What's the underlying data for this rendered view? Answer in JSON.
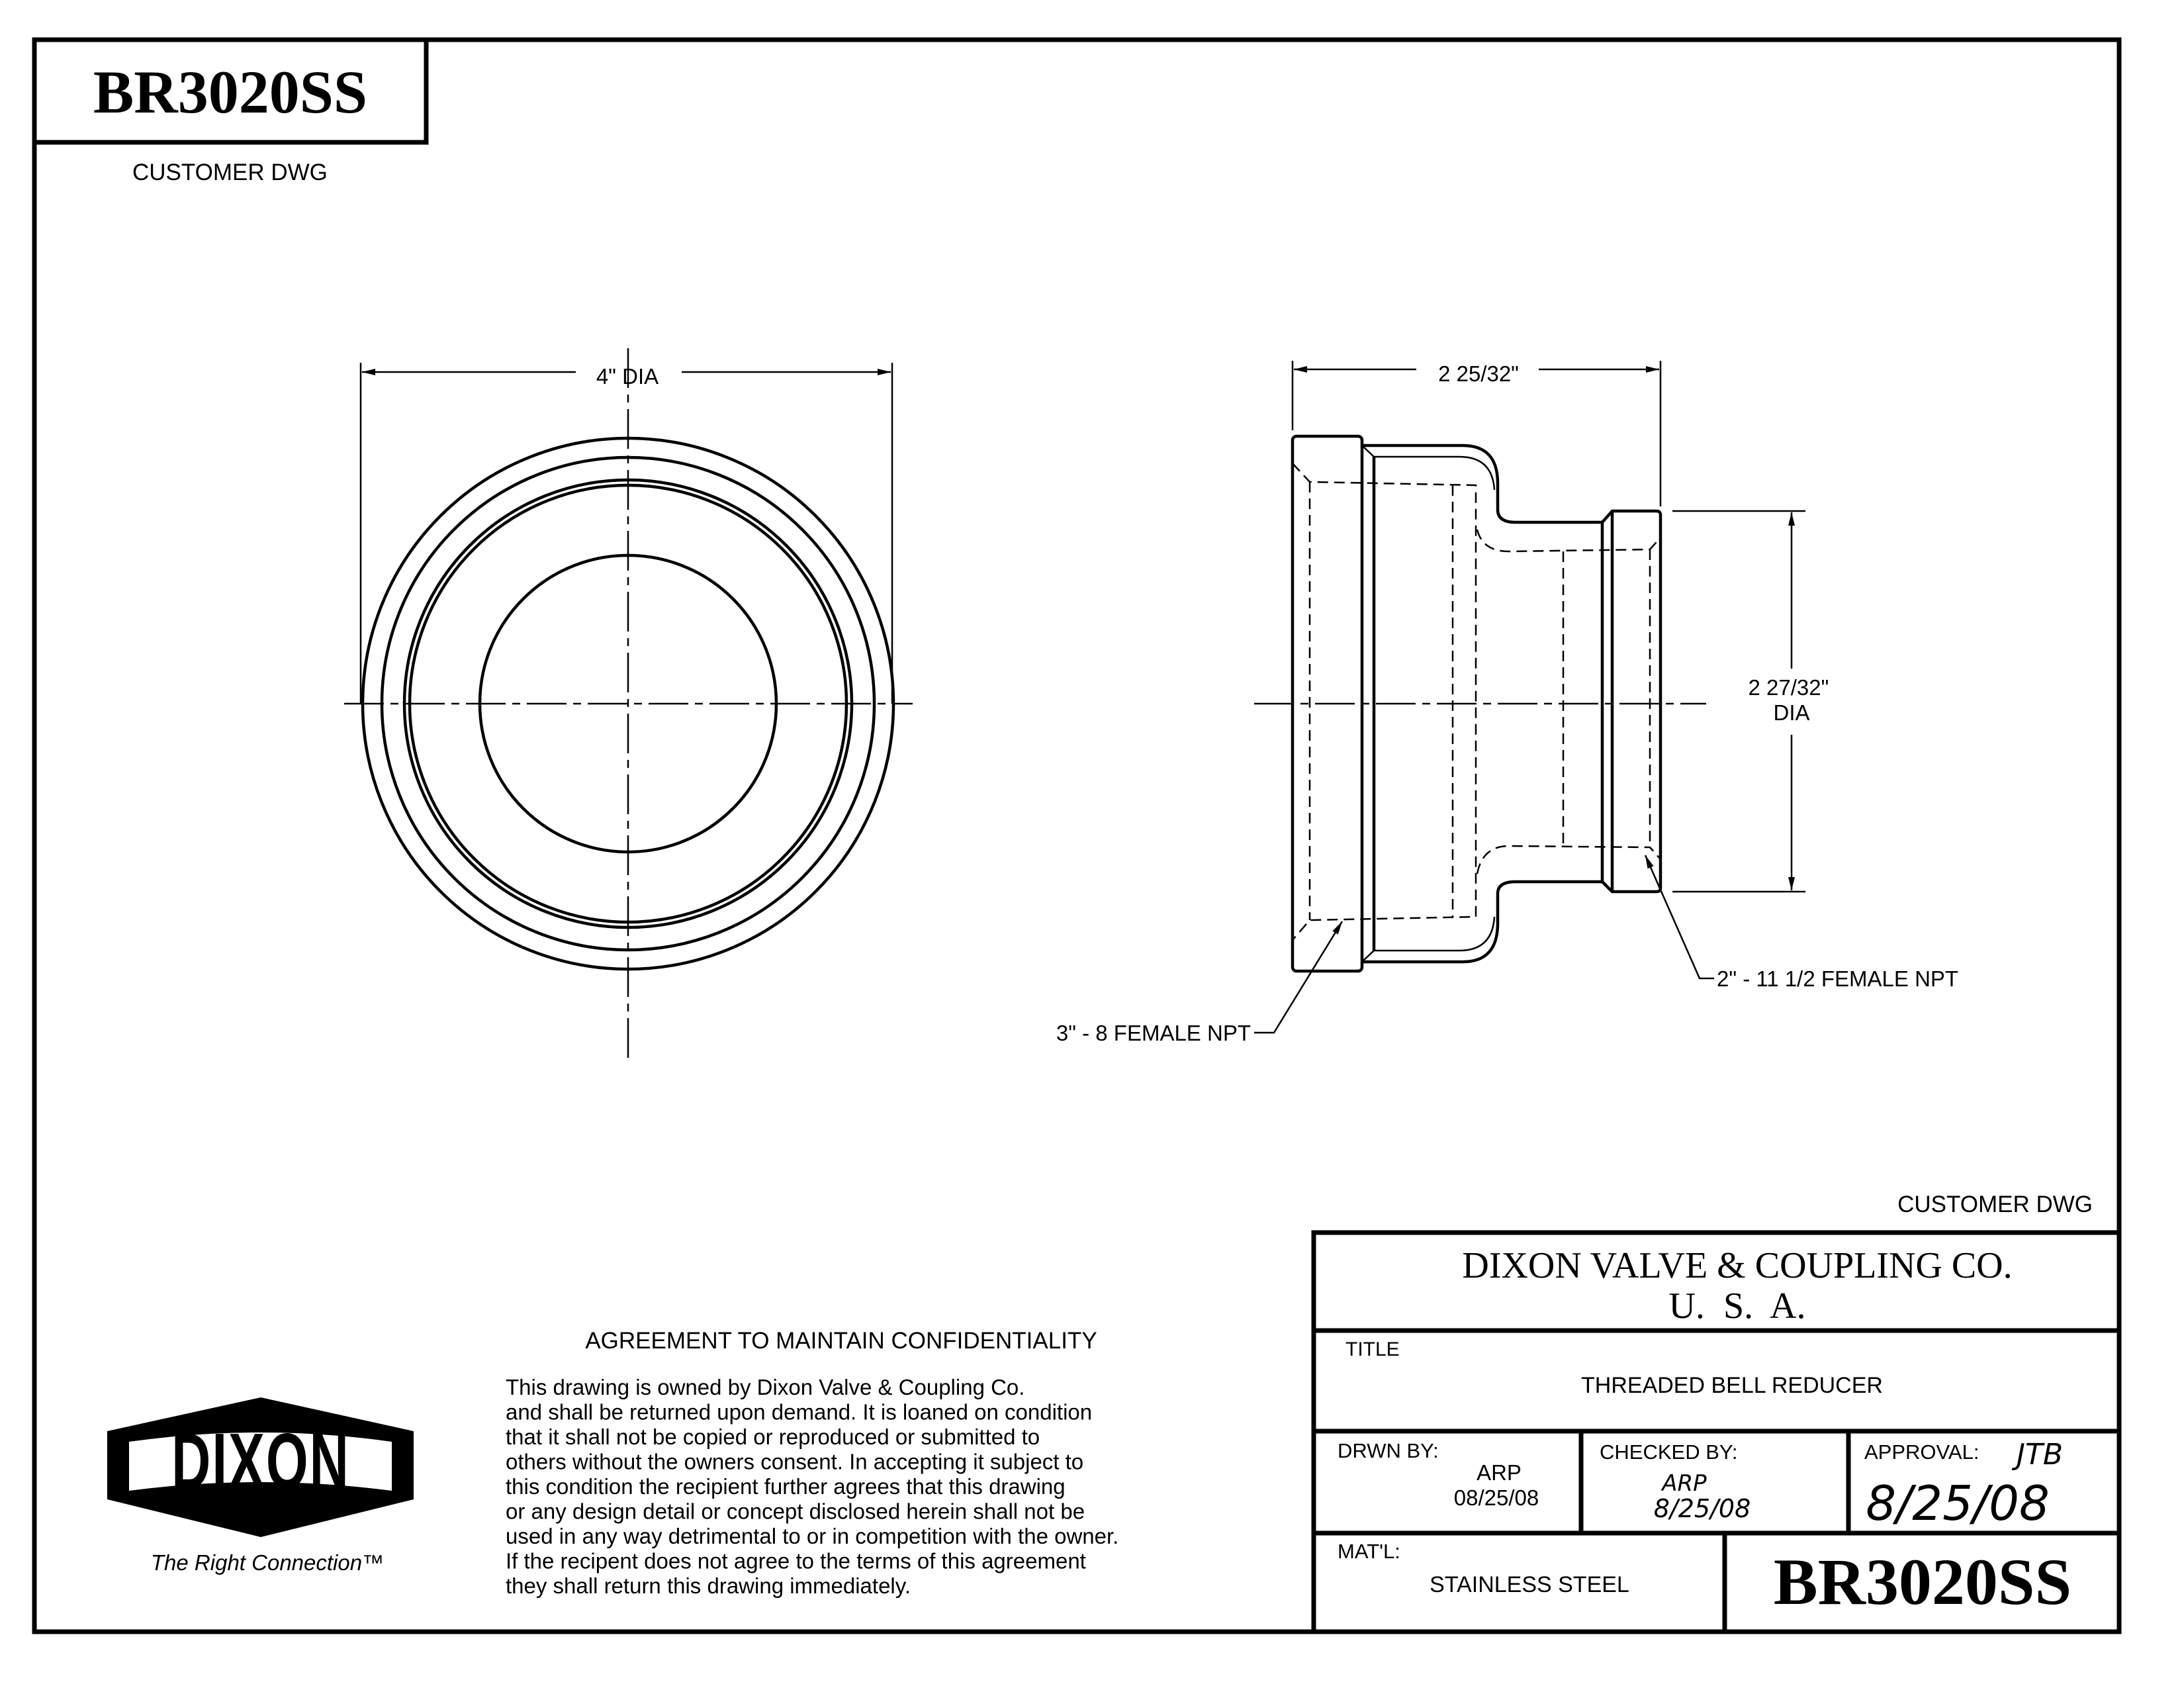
{
  "drawing_number": "BR3020SS",
  "customer_dwg_top": "CUSTOMER DWG",
  "customer_dwg_bottom": "CUSTOMER DWG",
  "front_view": {
    "diameter_label": "4\" DIA"
  },
  "side_view": {
    "length_label": "2 25/32\"",
    "small_dia_label_line1": "2 27/32\"",
    "small_dia_label_line2": "DIA",
    "large_thread_note": "3\" - 8 FEMALE NPT",
    "small_thread_note": "2\" - 11 1/2 FEMALE NPT"
  },
  "confidentiality": {
    "heading": "AGREEMENT TO MAINTAIN CONFIDENTIALITY",
    "lines": [
      "This drawing is owned by Dixon Valve & Coupling Co.",
      "and shall be returned upon demand.  It is loaned on condition",
      "that it shall not be copied or reproduced or submitted to",
      "others without the owners consent.  In accepting it subject to",
      "this condition the recipient further agrees that this drawing",
      "or any design detail or concept disclosed herein shall not be",
      "used in any way detrimental to or in competition with the owner.",
      "If the recipent does not agree to the terms of this agreement",
      "they shall return this drawing immediately."
    ]
  },
  "logo": {
    "wordmark": "DIXON",
    "tagline": "The Right Connection™"
  },
  "title_block": {
    "company_line1": "DIXON VALVE & COUPLING CO.",
    "company_line2": "U.  S.  A.",
    "title_label": "TITLE",
    "title_value": "THREADED BELL REDUCER",
    "drawn_by_label": "DRWN BY:",
    "drawn_by_name": "ARP",
    "drawn_by_date": "08/25/08",
    "checked_by_label": "CHECKED BY:",
    "checked_by_name": "ARP",
    "checked_by_date": "8/25/08",
    "approval_label": "APPROVAL:",
    "approval_initials": "JTB",
    "approval_date": "8/25/08",
    "material_label": "MAT'L:",
    "material_value": "STAINLESS STEEL",
    "drawing_number": "BR3020SS"
  }
}
